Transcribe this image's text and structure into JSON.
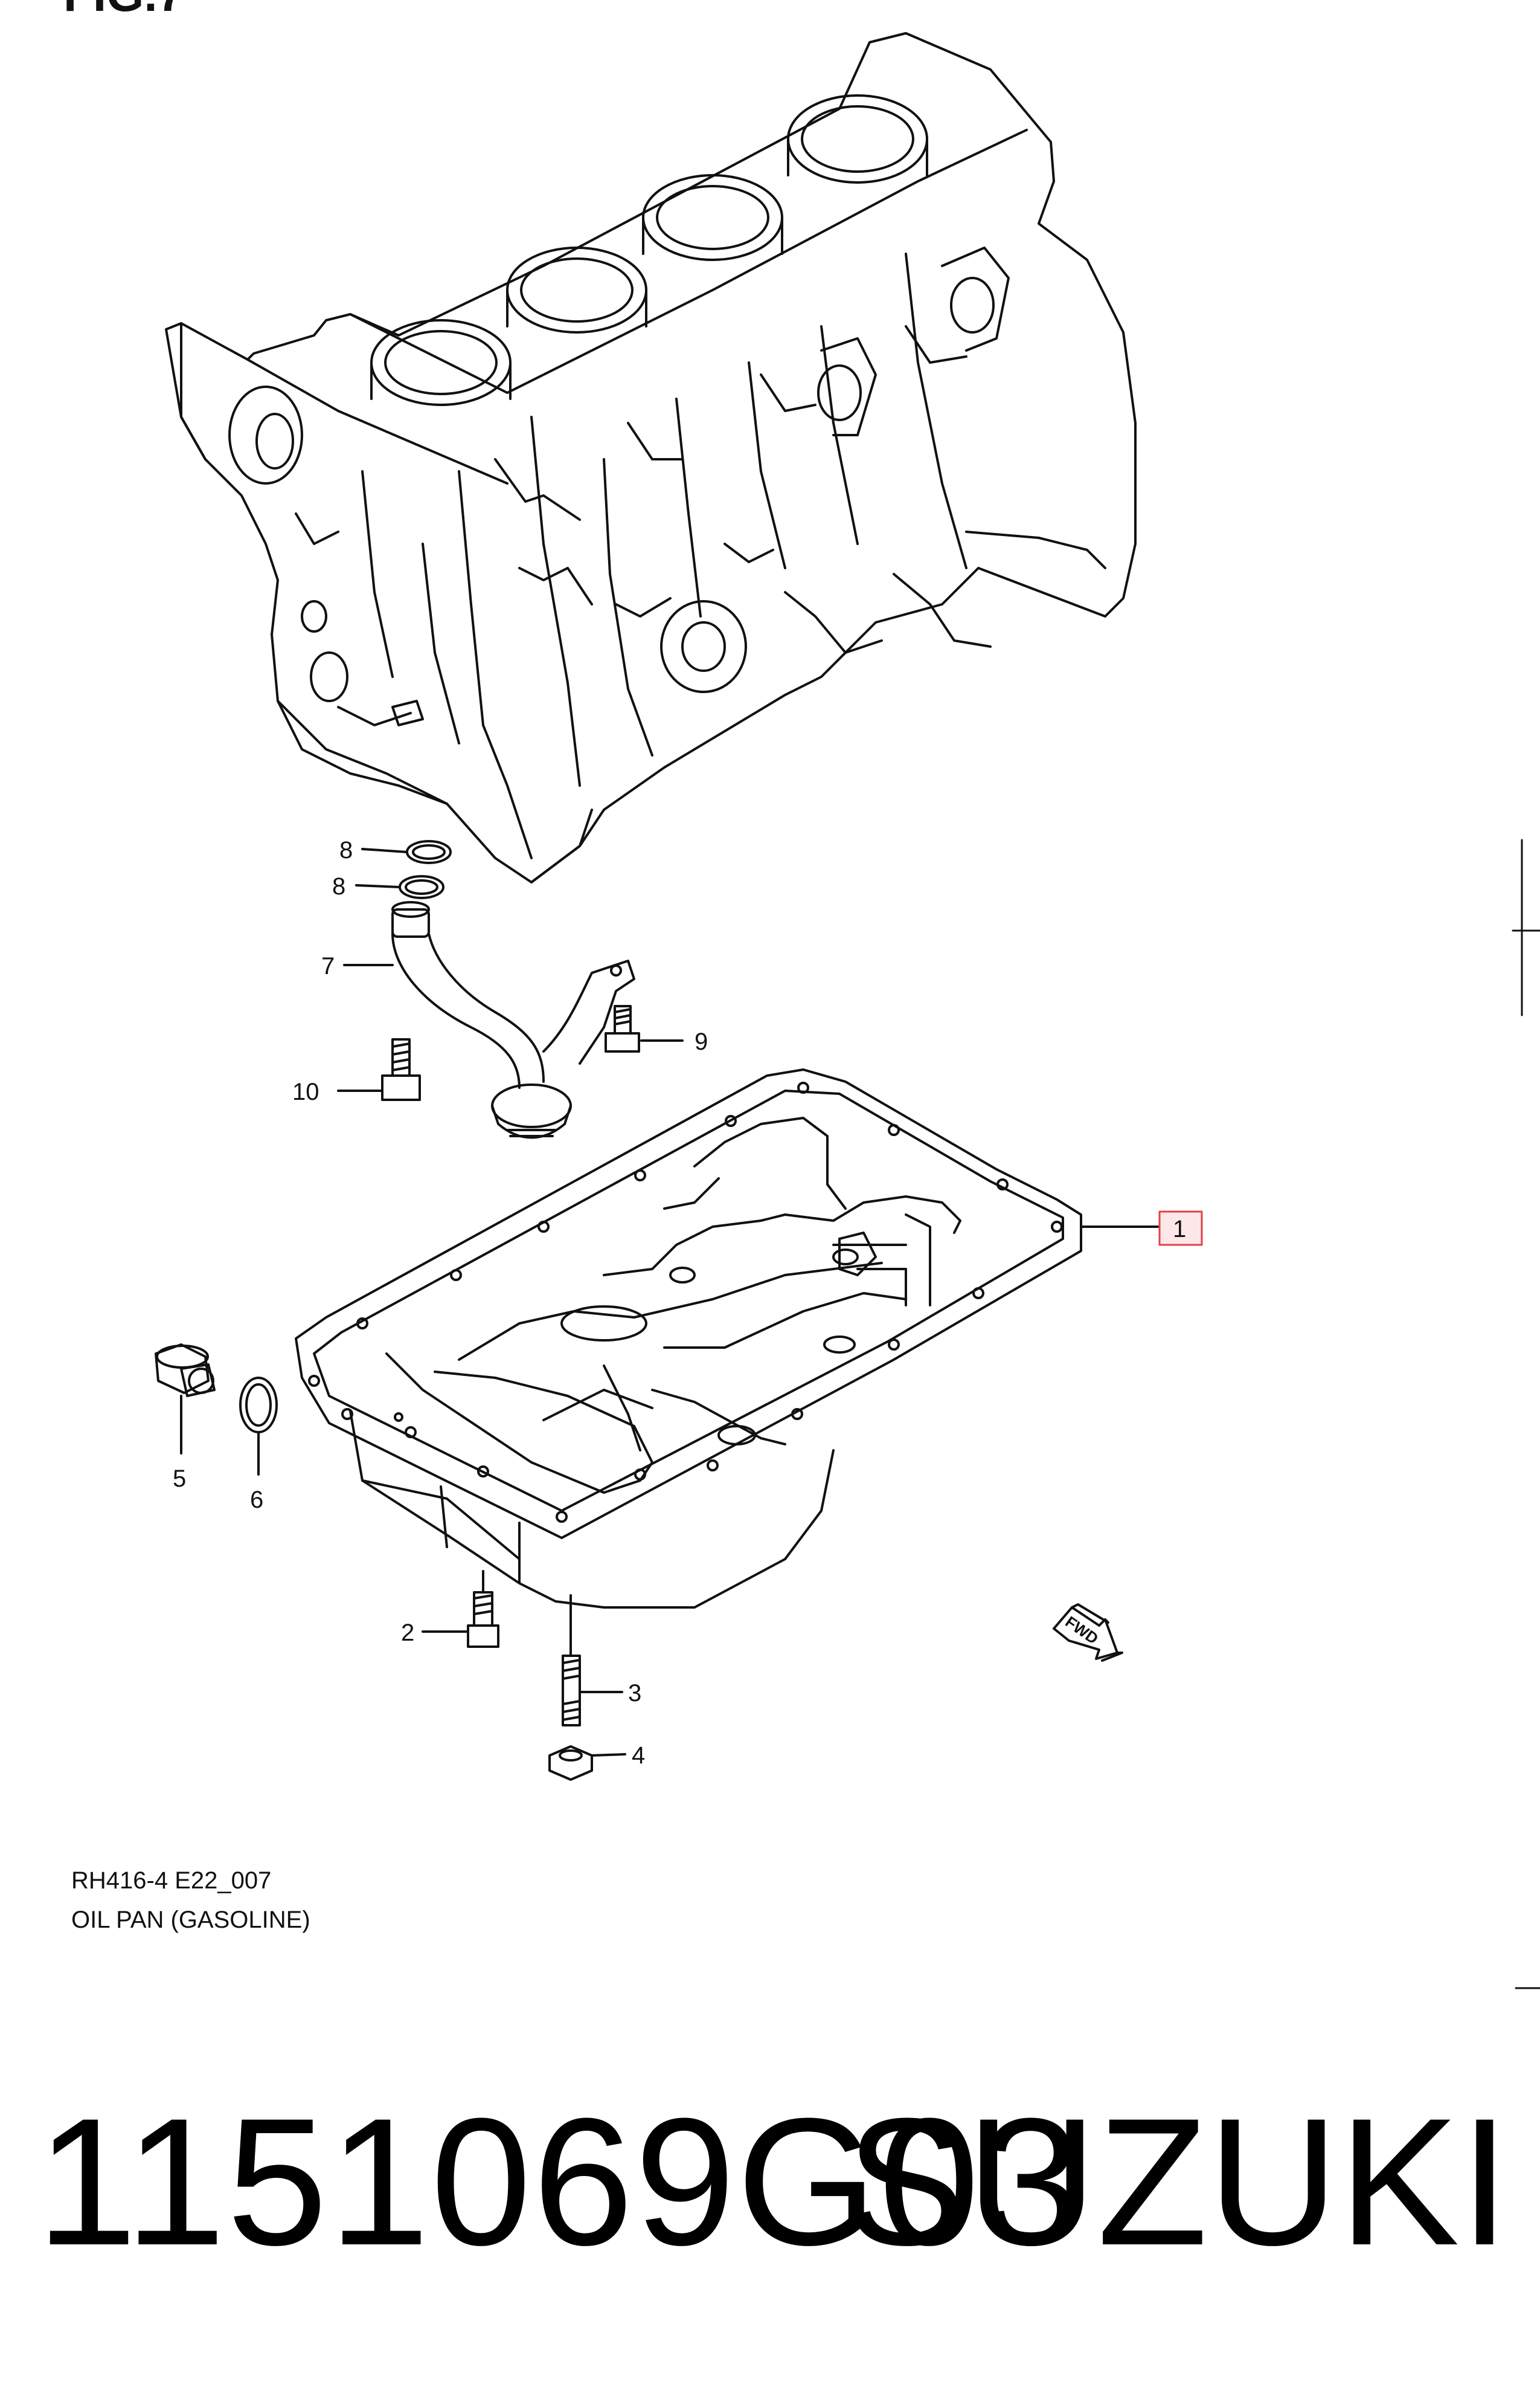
{
  "figure": {
    "header_fragment": "FIG.7",
    "code": "RH416-4 E22_007",
    "title": "OIL PAN (GASOLINE)",
    "fwd_label": "FWD"
  },
  "callouts": {
    "c1": "1",
    "c2": "2",
    "c3": "3",
    "c4": "4",
    "c5": "5",
    "c6": "6",
    "c7": "7",
    "c8a": "8",
    "c8b": "8",
    "c9": "9",
    "c10": "10"
  },
  "footer": {
    "part_number": "1151069G03",
    "brand": "SUZUKI"
  },
  "colors": {
    "highlight_box": "#e0424a",
    "ink": "#111111"
  }
}
